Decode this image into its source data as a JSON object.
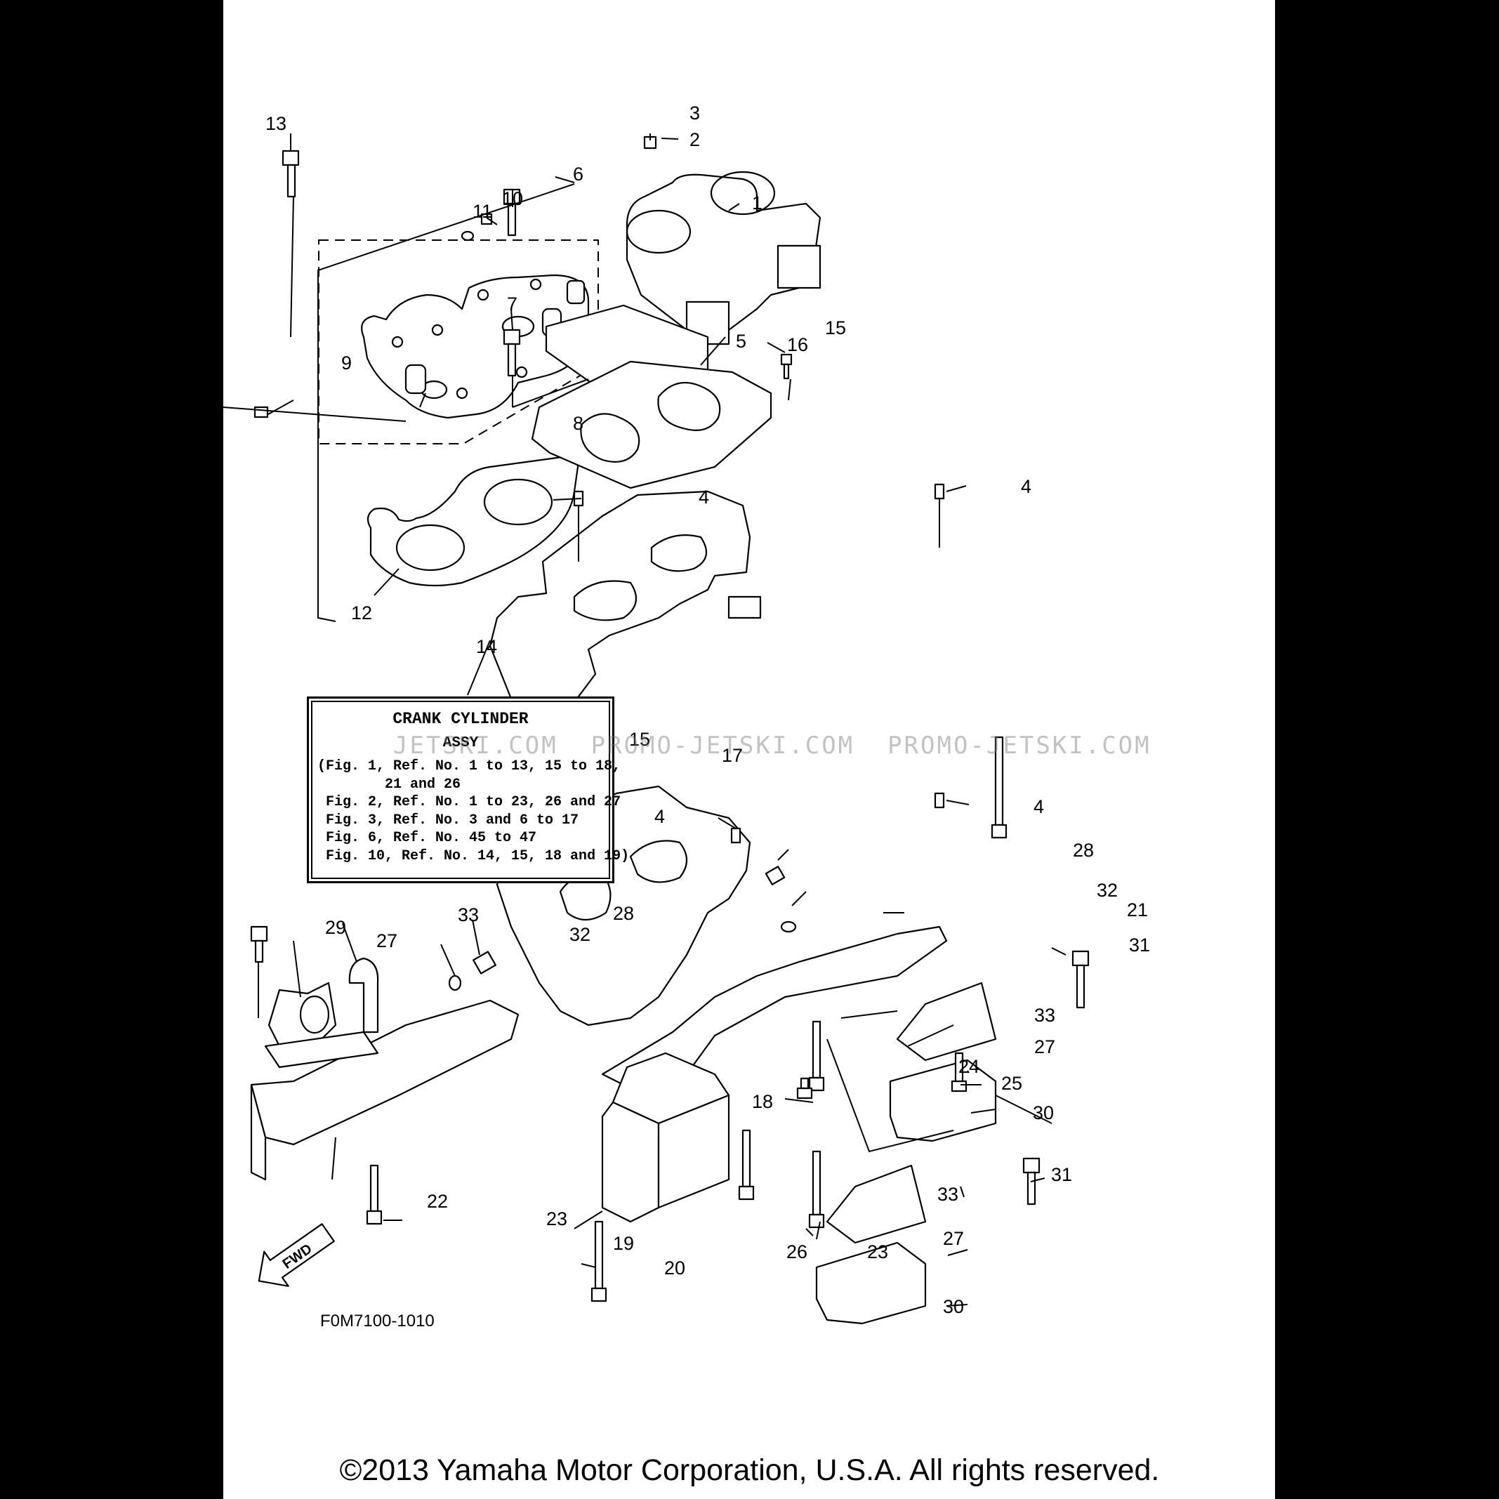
{
  "diagram": {
    "code": "F0M7100-1010",
    "assy_title": "CRANK CYLINDER",
    "assy_subtitle": "ASSY",
    "assy_refs": [
      "(Fig. 1, Ref. No. 1 to 13, 15 to 18,",
      "        21 and 26",
      " Fig. 2, Ref. No. 1 to 23, 26 and 27",
      " Fig. 3, Ref. No. 3 and 6 to 17",
      " Fig. 6, Ref. No. 45 to 47",
      " Fig. 10, Ref. No. 14, 15, 18 and 19)"
    ],
    "fwd_label": "FWD",
    "watermark": "JETSKI.COM  PROMO-JETSKI.COM  PROMO-JETSKI.COM",
    "callouts": [
      {
        "id": "c13",
        "text": "13"
      },
      {
        "id": "c11",
        "text": "11"
      },
      {
        "id": "c10",
        "text": "10"
      },
      {
        "id": "c6",
        "text": "6"
      },
      {
        "id": "c3",
        "text": "3"
      },
      {
        "id": "c2",
        "text": "2"
      },
      {
        "id": "c1",
        "text": "1"
      },
      {
        "id": "c7",
        "text": "7"
      },
      {
        "id": "c5",
        "text": "5"
      },
      {
        "id": "c16",
        "text": "16"
      },
      {
        "id": "c15a",
        "text": "15"
      },
      {
        "id": "c9",
        "text": "9"
      },
      {
        "id": "c8",
        "text": "8"
      },
      {
        "id": "c4a",
        "text": "4"
      },
      {
        "id": "c4b",
        "text": "4"
      },
      {
        "id": "c12",
        "text": "12"
      },
      {
        "id": "c14",
        "text": "14"
      },
      {
        "id": "c15b",
        "text": "15"
      },
      {
        "id": "c17",
        "text": "17"
      },
      {
        "id": "c4c",
        "text": "4"
      },
      {
        "id": "c4d",
        "text": "4"
      },
      {
        "id": "c28a",
        "text": "28"
      },
      {
        "id": "c32a",
        "text": "32"
      },
      {
        "id": "c21",
        "text": "21"
      },
      {
        "id": "c31a",
        "text": "31"
      },
      {
        "id": "c29",
        "text": "29"
      },
      {
        "id": "c27a",
        "text": "27"
      },
      {
        "id": "c33a",
        "text": "33"
      },
      {
        "id": "c32b",
        "text": "32"
      },
      {
        "id": "c28b",
        "text": "28"
      },
      {
        "id": "c33b",
        "text": "33"
      },
      {
        "id": "c27b",
        "text": "27"
      },
      {
        "id": "c24",
        "text": "24"
      },
      {
        "id": "c25",
        "text": "25"
      },
      {
        "id": "c30a",
        "text": "30"
      },
      {
        "id": "c18",
        "text": "18"
      },
      {
        "id": "c22",
        "text": "22"
      },
      {
        "id": "c23a",
        "text": "23"
      },
      {
        "id": "c19",
        "text": "19"
      },
      {
        "id": "c20",
        "text": "20"
      },
      {
        "id": "c26",
        "text": "26"
      },
      {
        "id": "c23b",
        "text": "23"
      },
      {
        "id": "c33c",
        "text": "33"
      },
      {
        "id": "c31b",
        "text": "31"
      },
      {
        "id": "c27c",
        "text": "27"
      },
      {
        "id": "c30b",
        "text": "30"
      }
    ]
  },
  "footer": {
    "copyright": "©2013 Yamaha Motor Corporation, U.S.A. All rights reserved."
  }
}
